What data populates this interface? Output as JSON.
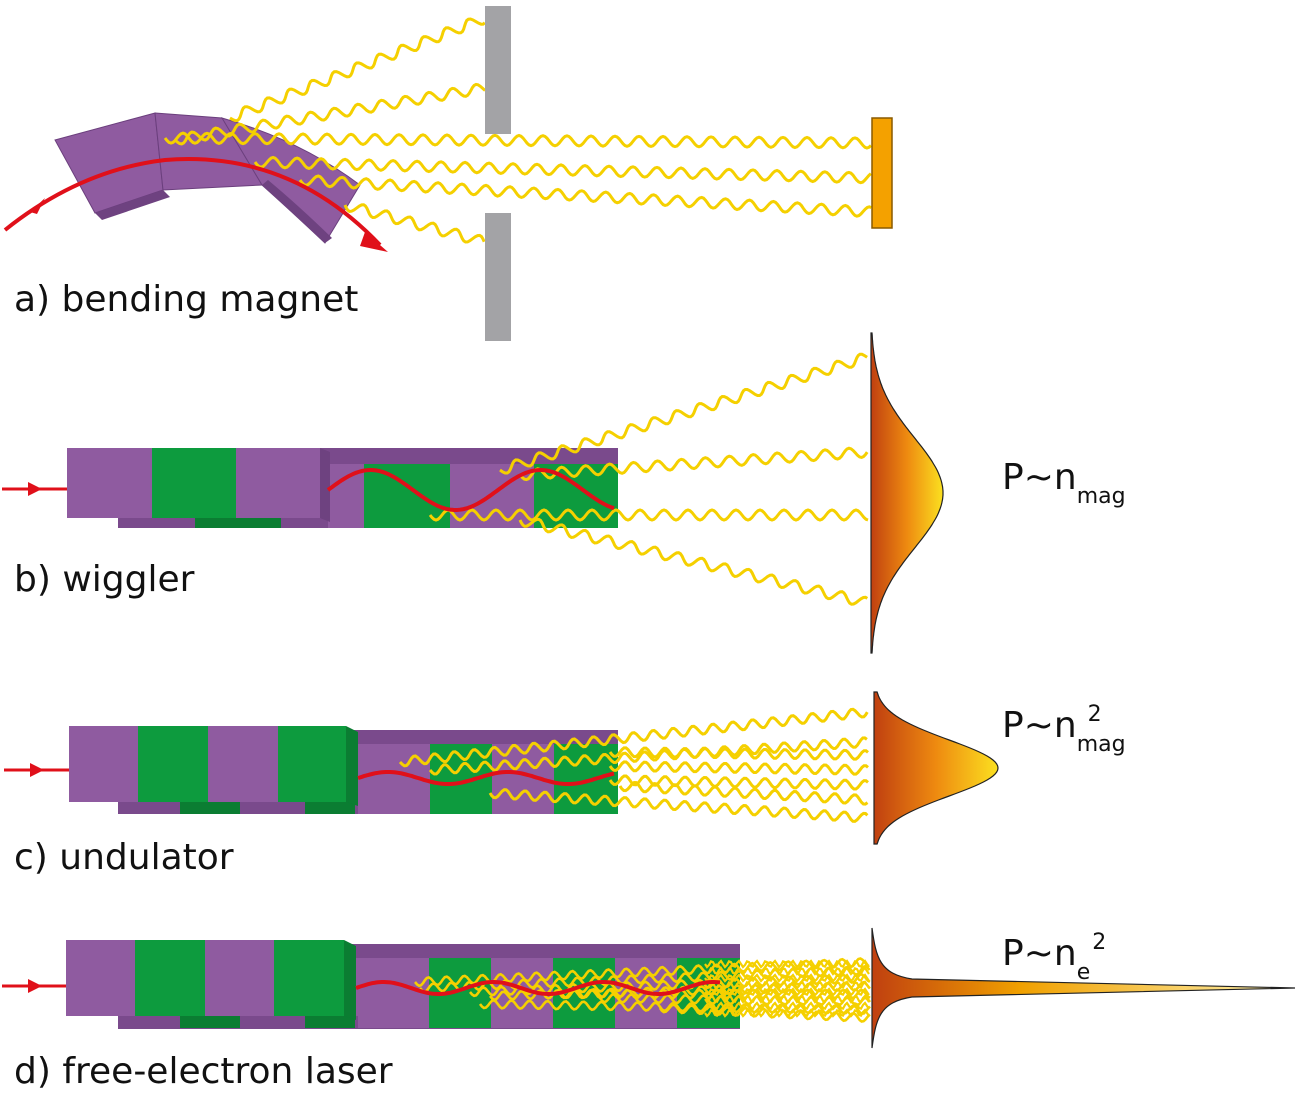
{
  "panels": {
    "a": {
      "label": "a) bending magnet"
    },
    "b": {
      "label": "b) wiggler",
      "formula_main": "P~n",
      "formula_sub": "mag",
      "formula_sup": ""
    },
    "c": {
      "label": "c) undulator",
      "formula_main": "P~n",
      "formula_sub": "mag",
      "formula_sup": "2"
    },
    "d": {
      "label": "d) free-electron laser",
      "formula_main": "P~n",
      "formula_sub": "e",
      "formula_sup": "2"
    }
  },
  "colors": {
    "magnet_purple": "#8f5ba0",
    "magnet_green": "#0d9b3e",
    "electron_beam": "#e0101a",
    "radiation": "#f5d000",
    "aperture": "#a3a3a6",
    "detector": "#f4a100",
    "profile_dark": "#c84a10",
    "profile_light": "#f8d000"
  }
}
